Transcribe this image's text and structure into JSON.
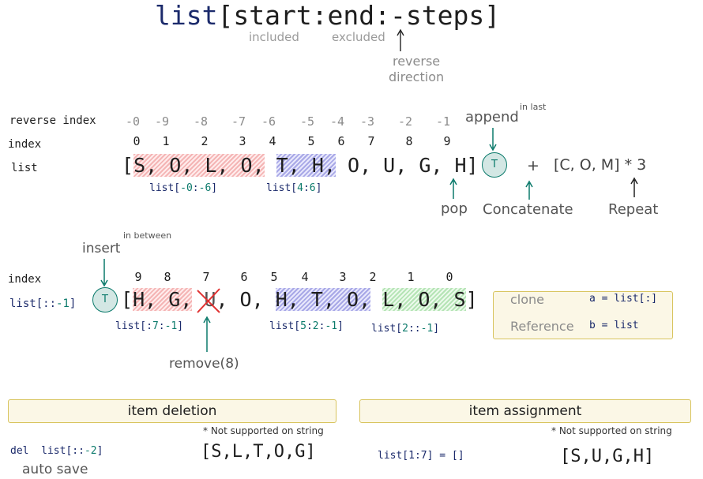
{
  "title": {
    "part1": "list",
    "part2": "[start:end:-steps]"
  },
  "title_notes": {
    "included": "included",
    "excluded": "excluded",
    "reverse_line1": "reverse",
    "reverse_line2": "direction"
  },
  "row_labels": {
    "reverse_index": "reverse index",
    "index": "index",
    "list": "list",
    "index2": "index",
    "list2_code": "list[::",
    "list2_num": "-1",
    "list2_end": "]"
  },
  "reverse_indices": [
    "-0",
    "-9",
    "-8",
    "-7",
    "-6",
    "-5",
    "-4",
    "-3",
    "-2",
    "-1"
  ],
  "indices": [
    "0",
    "1",
    "2",
    "3",
    "4",
    "5",
    "6",
    "7",
    "8",
    "9"
  ],
  "list1": {
    "open": "[",
    "red": "S, O, L, O,",
    "blue": "T, H,",
    "rest": " O, U, G, H",
    "close": "]"
  },
  "slice1": {
    "code": "list[",
    "num": "-0",
    "sep": ":",
    "num2": "-6",
    "end": "]"
  },
  "slice2": {
    "code": "list[",
    "num": "4",
    "sep": ":",
    "num2": "6",
    "end": "]"
  },
  "ops": {
    "append": "append",
    "append_note": "in last",
    "append_item": "T",
    "plus": "+",
    "repeat_expr": "[C, O, M] * 3",
    "pop": "pop",
    "concatenate": "Concatenate",
    "repeat": "Repeat"
  },
  "insert": {
    "label": "insert",
    "note": "in between",
    "item": "T"
  },
  "indices2": [
    "9",
    "8",
    "7",
    "6",
    "5",
    "4",
    "3",
    "2",
    "1",
    "0"
  ],
  "list2": {
    "open": "[",
    "red": "H, G,",
    "struck": "U",
    "mid": ", O, ",
    "blue": "H, T, O,",
    "green": "L, O, S",
    "close": "]"
  },
  "slice3": {
    "code": "list[:",
    "num": "7",
    "sep": ":",
    "num2": "-1",
    "end": "]"
  },
  "slice4": {
    "code": "list[",
    "num": "5",
    "sep": ":",
    "num2": "2",
    "sep2": ":",
    "num3": "-1",
    "end": "]"
  },
  "slice5": {
    "code": "list[",
    "num": "2",
    "sep": "::",
    "num2": "-1",
    "end": "]"
  },
  "remove": "remove(8)",
  "clone_box": {
    "clone": "clone",
    "clone_code": "a = list[:]",
    "reference": "Reference",
    "reference_code": "b = list"
  },
  "deletion": {
    "title": "item deletion",
    "note": "* Not supported on string",
    "kw": "del",
    "code": "list[::",
    "num": "-2",
    "end": "]",
    "result": "[S,L,T,O,G]",
    "auto": "auto save"
  },
  "assignment": {
    "title": "item assignment",
    "note": "* Not supported on string",
    "code": "list[1:7] = []",
    "result": "[S,U,G,H]"
  },
  "colors": {
    "navy": "#1b2a6b",
    "teal": "#0b7a6b",
    "red_hl": "#ec7878",
    "blue_hl": "#6e6ed7",
    "green_hl": "#78cd78",
    "box_border": "#d8c45e"
  }
}
